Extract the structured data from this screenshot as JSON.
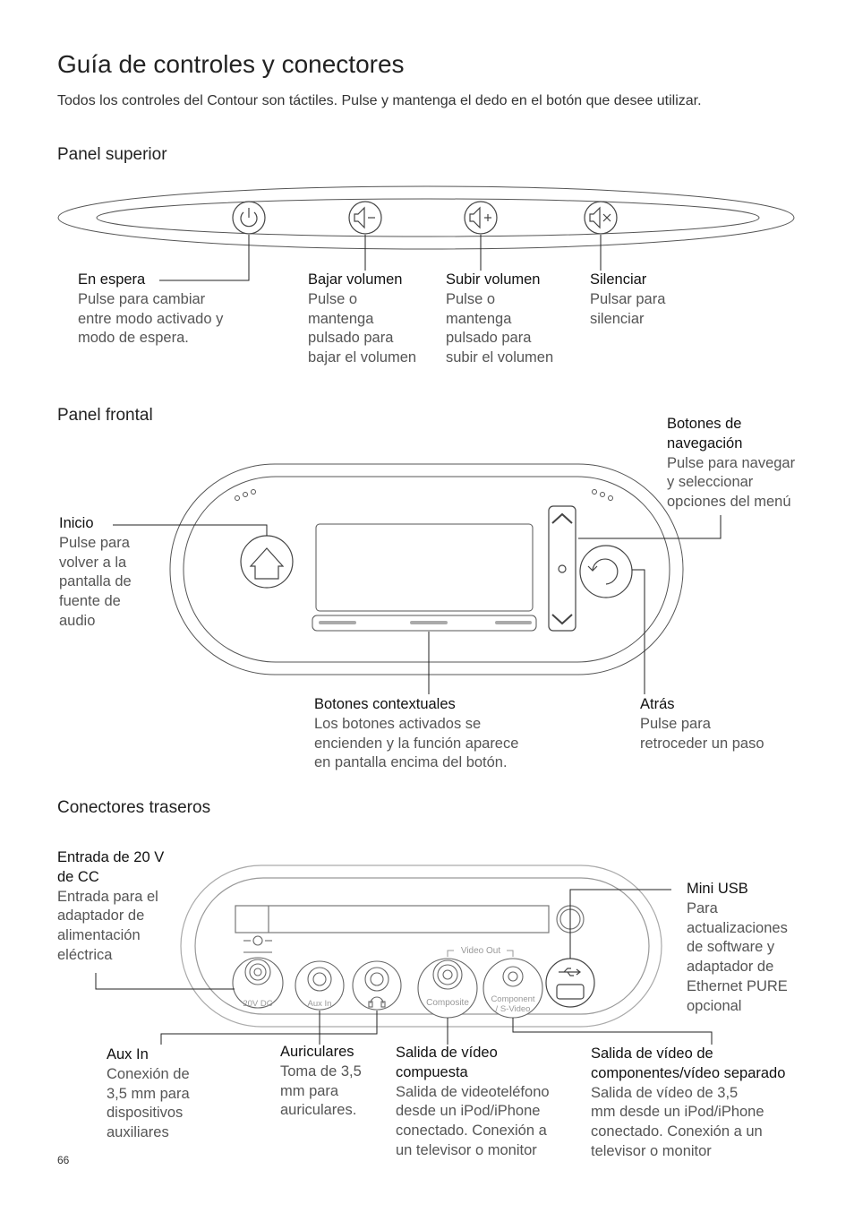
{
  "title": "Guía de controles y conectores",
  "intro": "Todos los controles del Contour son táctiles. Pulse y mantenga el dedo en el botón que desee utilizar.",
  "sections": {
    "top": "Panel superior",
    "front": "Panel frontal",
    "rear": "Conectores traseros"
  },
  "top_panel": {
    "standby": {
      "title": "En espera",
      "desc": "Pulse para cambiar\nentre modo activado y\nmodo de espera."
    },
    "vol_down": {
      "title": "Bajar volumen",
      "desc": "Pulse o\nmantenga\npulsado para\nbajar el volumen"
    },
    "vol_up": {
      "title": "Subir volumen",
      "desc": "Pulse o\nmantenga\npulsado para\nsubir el volumen"
    },
    "mute": {
      "title": "Silenciar",
      "desc": "Pulsar para\nsilenciar"
    }
  },
  "front_panel": {
    "nav": {
      "title": "Botones de\nnavegación",
      "desc": "Pulse para navegar\ny seleccionar\nopciones del menú"
    },
    "home": {
      "title": "Inicio",
      "desc": "Pulse para\nvolver a la\npantalla de\nfuente de\naudio"
    },
    "context": {
      "title": "Botones contextuales",
      "desc": "Los botones activados se\nencienden y la función aparece\nen pantalla encima del botón."
    },
    "back": {
      "title": "Atrás",
      "desc": "Pulse para\nretroceder un paso"
    }
  },
  "rear_panel": {
    "dc_in": {
      "title": "Entrada de 20 V\nde CC",
      "desc": "Entrada para el\nadaptador de\nalimentación\neléctrica"
    },
    "mini_usb": {
      "title": "Mini USB",
      "desc": "Para\nactualizaciones\nde software y\nadaptador de\nEthernet PURE\nopcional"
    },
    "aux_in": {
      "title": "Aux In",
      "desc": "Conexión de\n3,5 mm para\ndispositivos\nauxiliares"
    },
    "headphones": {
      "title": "Auriculares",
      "desc": "Toma de 3,5\nmm para\nauriculares."
    },
    "composite": {
      "title": "Salida de vídeo\ncompuesta",
      "desc": "Salida de videoteléfono\ndesde un iPod/iPhone\nconectado. Conexión a\nun televisor o monitor"
    },
    "component": {
      "title": "Salida de vídeo de\ncomponentes/vídeo separado",
      "desc": "Salida de vídeo de 3,5\nmm desde un iPod/iPhone\nconectado. Conexión a un\ntelevisor o monitor"
    },
    "labels": {
      "dc": "20V DC",
      "aux": "Aux In",
      "video_out": "Video Out",
      "composite": "Composite",
      "component_1": "Component",
      "component_2": "/ S-Video"
    }
  },
  "page_number": "66"
}
